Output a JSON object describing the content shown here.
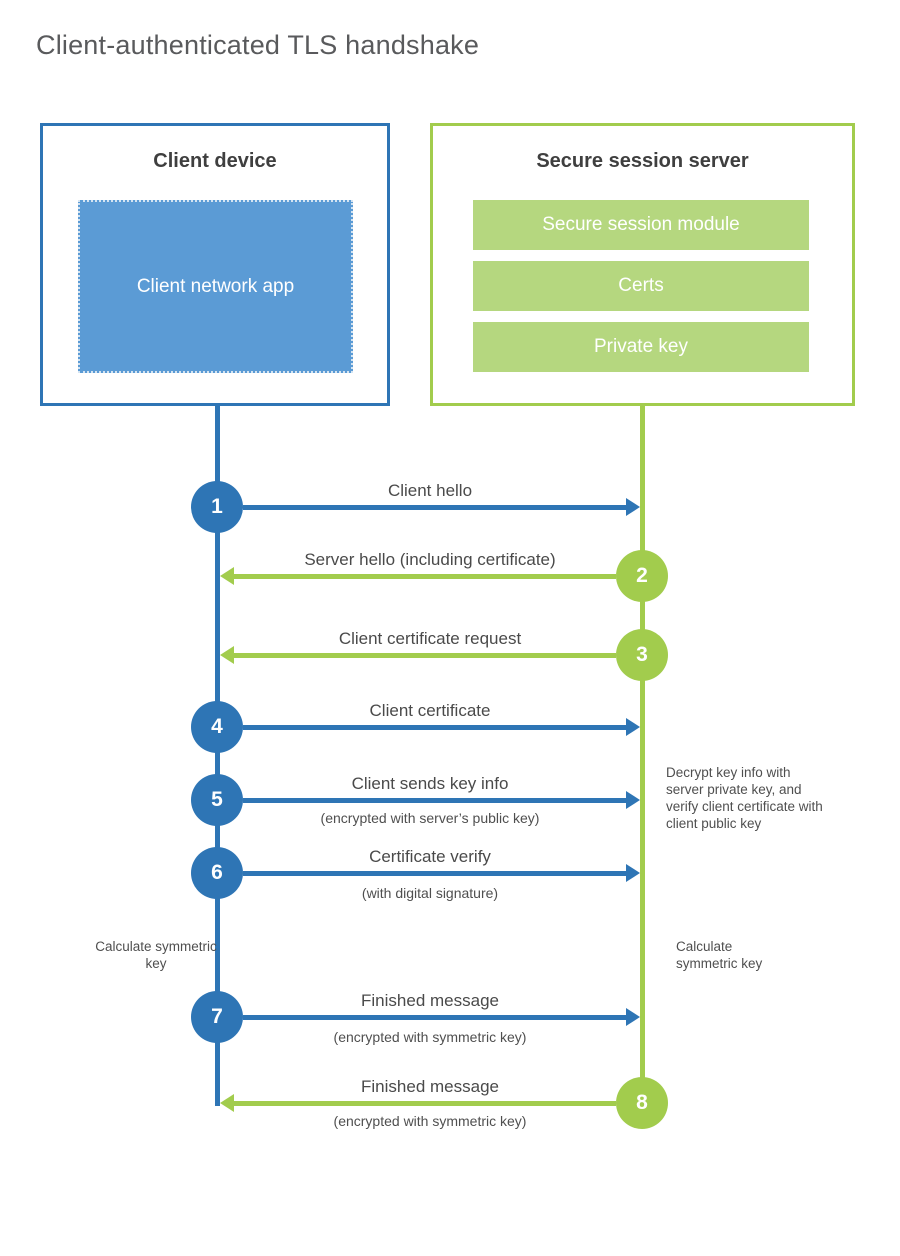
{
  "page_title": "Client-authenticated TLS handshake",
  "client_box": {
    "title": "Client device",
    "app_label": "Client network app"
  },
  "server_box": {
    "title": "Secure session server",
    "modules": [
      "Secure session module",
      "Certs",
      "Private key"
    ]
  },
  "steps": [
    {
      "num": "1",
      "label": "Client hello",
      "sub": "",
      "direction": "client-to-server"
    },
    {
      "num": "2",
      "label": "Server hello (including certificate)",
      "sub": "",
      "direction": "server-to-client"
    },
    {
      "num": "3",
      "label": "Client certificate request",
      "sub": "",
      "direction": "server-to-client"
    },
    {
      "num": "4",
      "label": "Client certificate",
      "sub": "",
      "direction": "client-to-server"
    },
    {
      "num": "5",
      "label": "Client sends key info",
      "sub": "(encrypted with server’s public key)",
      "direction": "client-to-server"
    },
    {
      "num": "6",
      "label": "Certificate verify",
      "sub": "(with digital signature)",
      "direction": "client-to-server"
    },
    {
      "num": "7",
      "label": "Finished message",
      "sub": "(encrypted with symmetric key)",
      "direction": "client-to-server"
    },
    {
      "num": "8",
      "label": "Finished message",
      "sub": "(encrypted with symmetric key)",
      "direction": "server-to-client"
    }
  ],
  "annotations": {
    "decrypt_note": "Decrypt key info with server private key, and verify client certificate with client public key",
    "calculate_left": "Calculate symmetric key",
    "calculate_right": "Calculate symmetric key"
  },
  "colors": {
    "client_accent": "#2e75b5",
    "client_fill": "#5b9bd5",
    "server_accent": "#a2cc4d",
    "server_fill": "#b5d77f",
    "heading_text": "#3f3f3f",
    "label_text": "#4a4a4a",
    "title_text": "#595a5c"
  }
}
